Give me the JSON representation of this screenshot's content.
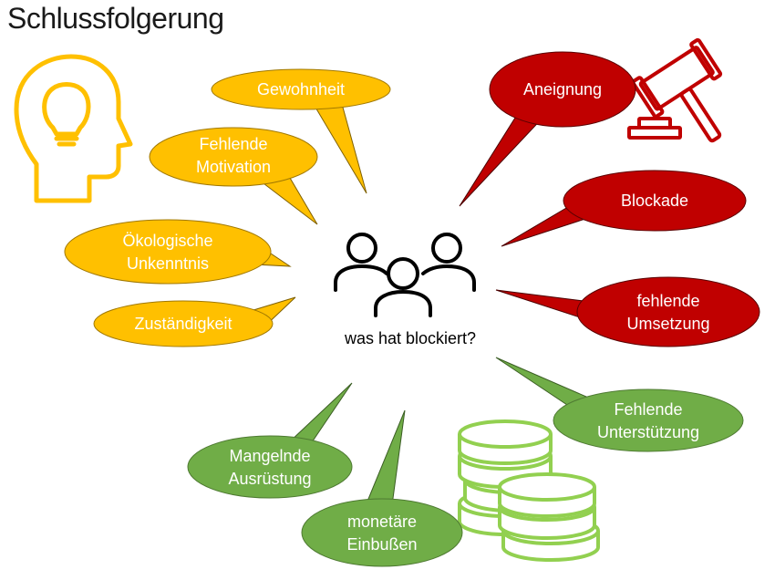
{
  "title": "Schlussfolgerung",
  "center": {
    "label": "was hat blockiert?"
  },
  "colors": {
    "yellow": "#ffc000",
    "red": "#c00000",
    "green": "#70ad47",
    "coin": "#92d050",
    "icon_yellow": "#ffc000",
    "icon_red": "#c00000"
  },
  "icons": [
    "head-lightbulb-icon",
    "people-group-icon",
    "judge-gavel-icon",
    "coin-stacks-icon"
  ],
  "bubbles": {
    "gewohnheit": {
      "lines": [
        "Gewohnheit"
      ],
      "color": "yellow"
    },
    "fehlende_motivation": {
      "lines": [
        "Fehlende",
        "Motivation"
      ],
      "color": "yellow"
    },
    "oekologische_unkenntnis": {
      "lines": [
        "Ökologische",
        "Unkenntnis"
      ],
      "color": "yellow"
    },
    "zustaendigkeit": {
      "lines": [
        "Zuständigkeit"
      ],
      "color": "yellow"
    },
    "aneignung": {
      "lines": [
        "Aneignung"
      ],
      "color": "red"
    },
    "blockade": {
      "lines": [
        "Blockade"
      ],
      "color": "red"
    },
    "fehlende_umsetzung": {
      "lines": [
        "fehlende",
        "Umsetzung"
      ],
      "color": "red"
    },
    "fehlende_unterstuetzung": {
      "lines": [
        "Fehlende",
        "Unterstützung"
      ],
      "color": "green"
    },
    "mangelnde_ausruestung": {
      "lines": [
        "Mangelnde",
        "Ausrüstung"
      ],
      "color": "green"
    },
    "monetaere_einbussen": {
      "lines": [
        "monetäre",
        "Einbußen"
      ],
      "color": "green"
    }
  }
}
